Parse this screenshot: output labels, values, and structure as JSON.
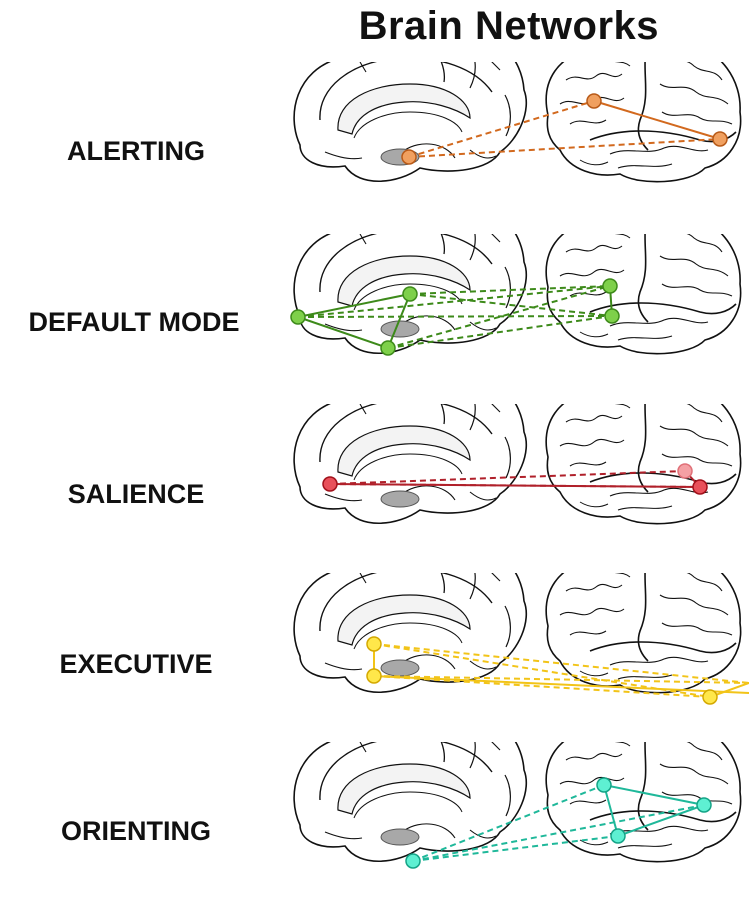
{
  "title": "Brain Networks",
  "networks": [
    {
      "label": "ALERTING",
      "color": "#d2691e"
    },
    {
      "label": "DEFAULT MODE",
      "color": "#3d9a1e"
    },
    {
      "label": "SALIENCE",
      "color": "#c8202a"
    },
    {
      "label": "EXECUTIVE",
      "color": "#f2c418"
    },
    {
      "label": "ORIENTING",
      "color": "#1fc7a6"
    }
  ]
}
